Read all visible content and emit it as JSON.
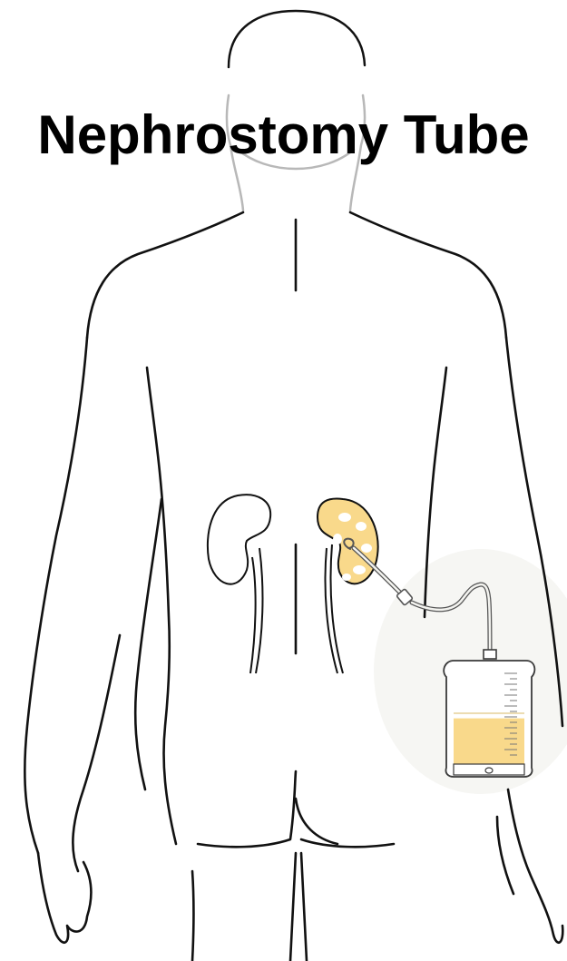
{
  "title": "Nephrostomy Tube",
  "colors": {
    "outline": "#111111",
    "head_outline": "#b9b9b9",
    "urine": "#f9d98b",
    "bag_outline": "#3a3a3a",
    "tube": "#555555",
    "halo": "#f5f5f2"
  },
  "figure_parts": {
    "body": "body-outline",
    "left_kidney": "kidney-left",
    "right_kidney": "kidney-right-with-tube",
    "tube": "nephrostomy-tube",
    "bag": "drainage-bag"
  },
  "drainage_bag_fill_fraction": 0.45
}
